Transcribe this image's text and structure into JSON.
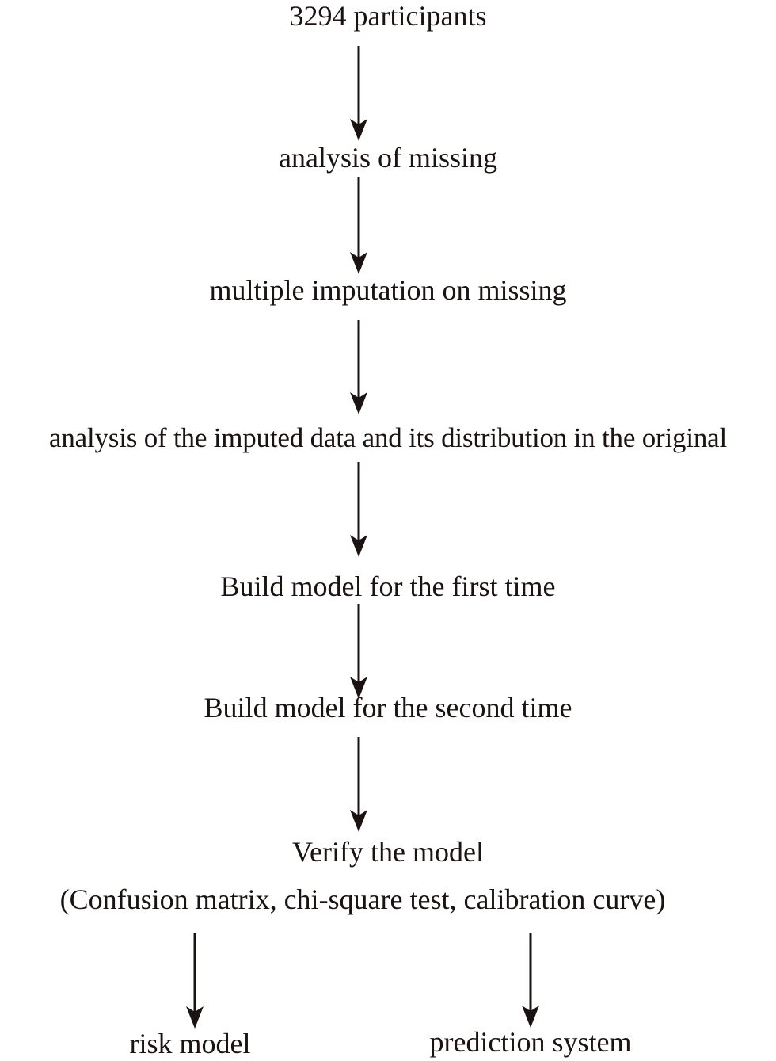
{
  "flowchart": {
    "steps": [
      "3294 participants",
      "analysis of missing",
      "multiple imputation on missing",
      "analysis of the imputed data and its distribution in the original",
      "Build model for the first time",
      "Build model for the second time",
      "Verify the model",
      "(Confusion matrix, chi-square test, calibration curve)"
    ],
    "outcomes": [
      "risk model",
      "prediction system"
    ],
    "colors": {
      "text": "#1a1311",
      "arrow": "#1a1311",
      "background": "#ffffff"
    }
  }
}
